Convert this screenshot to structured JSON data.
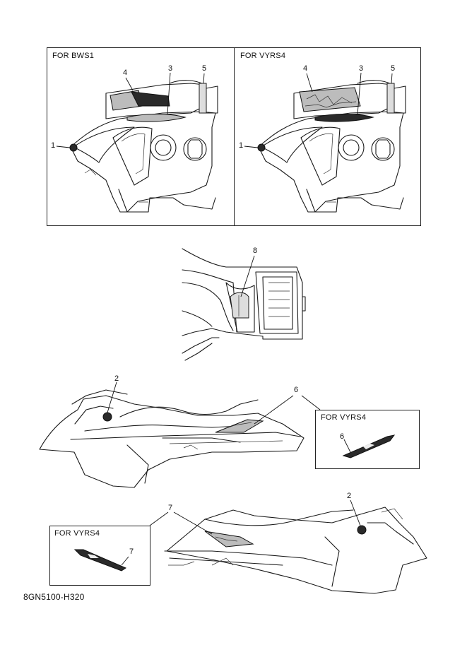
{
  "panels": {
    "left_title": "FOR BWS1",
    "right_title": "FOR VYRS4"
  },
  "callouts": {
    "n1": "1",
    "n2": "2",
    "n3": "3",
    "n4": "4",
    "n5": "5",
    "n6": "6",
    "n7": "7",
    "n8": "8"
  },
  "insets": {
    "side_right_title": "FOR VYRS4",
    "side_left_title": "FOR VYRS4"
  },
  "diagram_code": "8GN5100-H320"
}
